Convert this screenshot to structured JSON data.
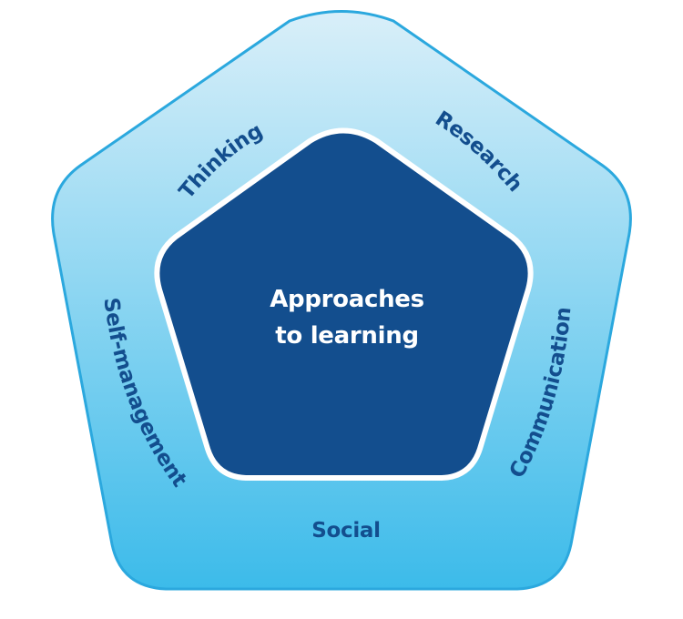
{
  "center": {
    "line1": "Approaches",
    "line2": "to learning"
  },
  "skills": {
    "thinking": "Thinking",
    "research": "Research",
    "communication": "Communication",
    "social": "Social",
    "self_management": "Self-management"
  },
  "colors": {
    "inner_fill": "#134e8e",
    "center_text": "#ffffff",
    "skill_text": "#134e8e",
    "outer_border": "#2ba8de",
    "ring_light": "#d9eff9",
    "ring_dark": "#3cbbea"
  }
}
